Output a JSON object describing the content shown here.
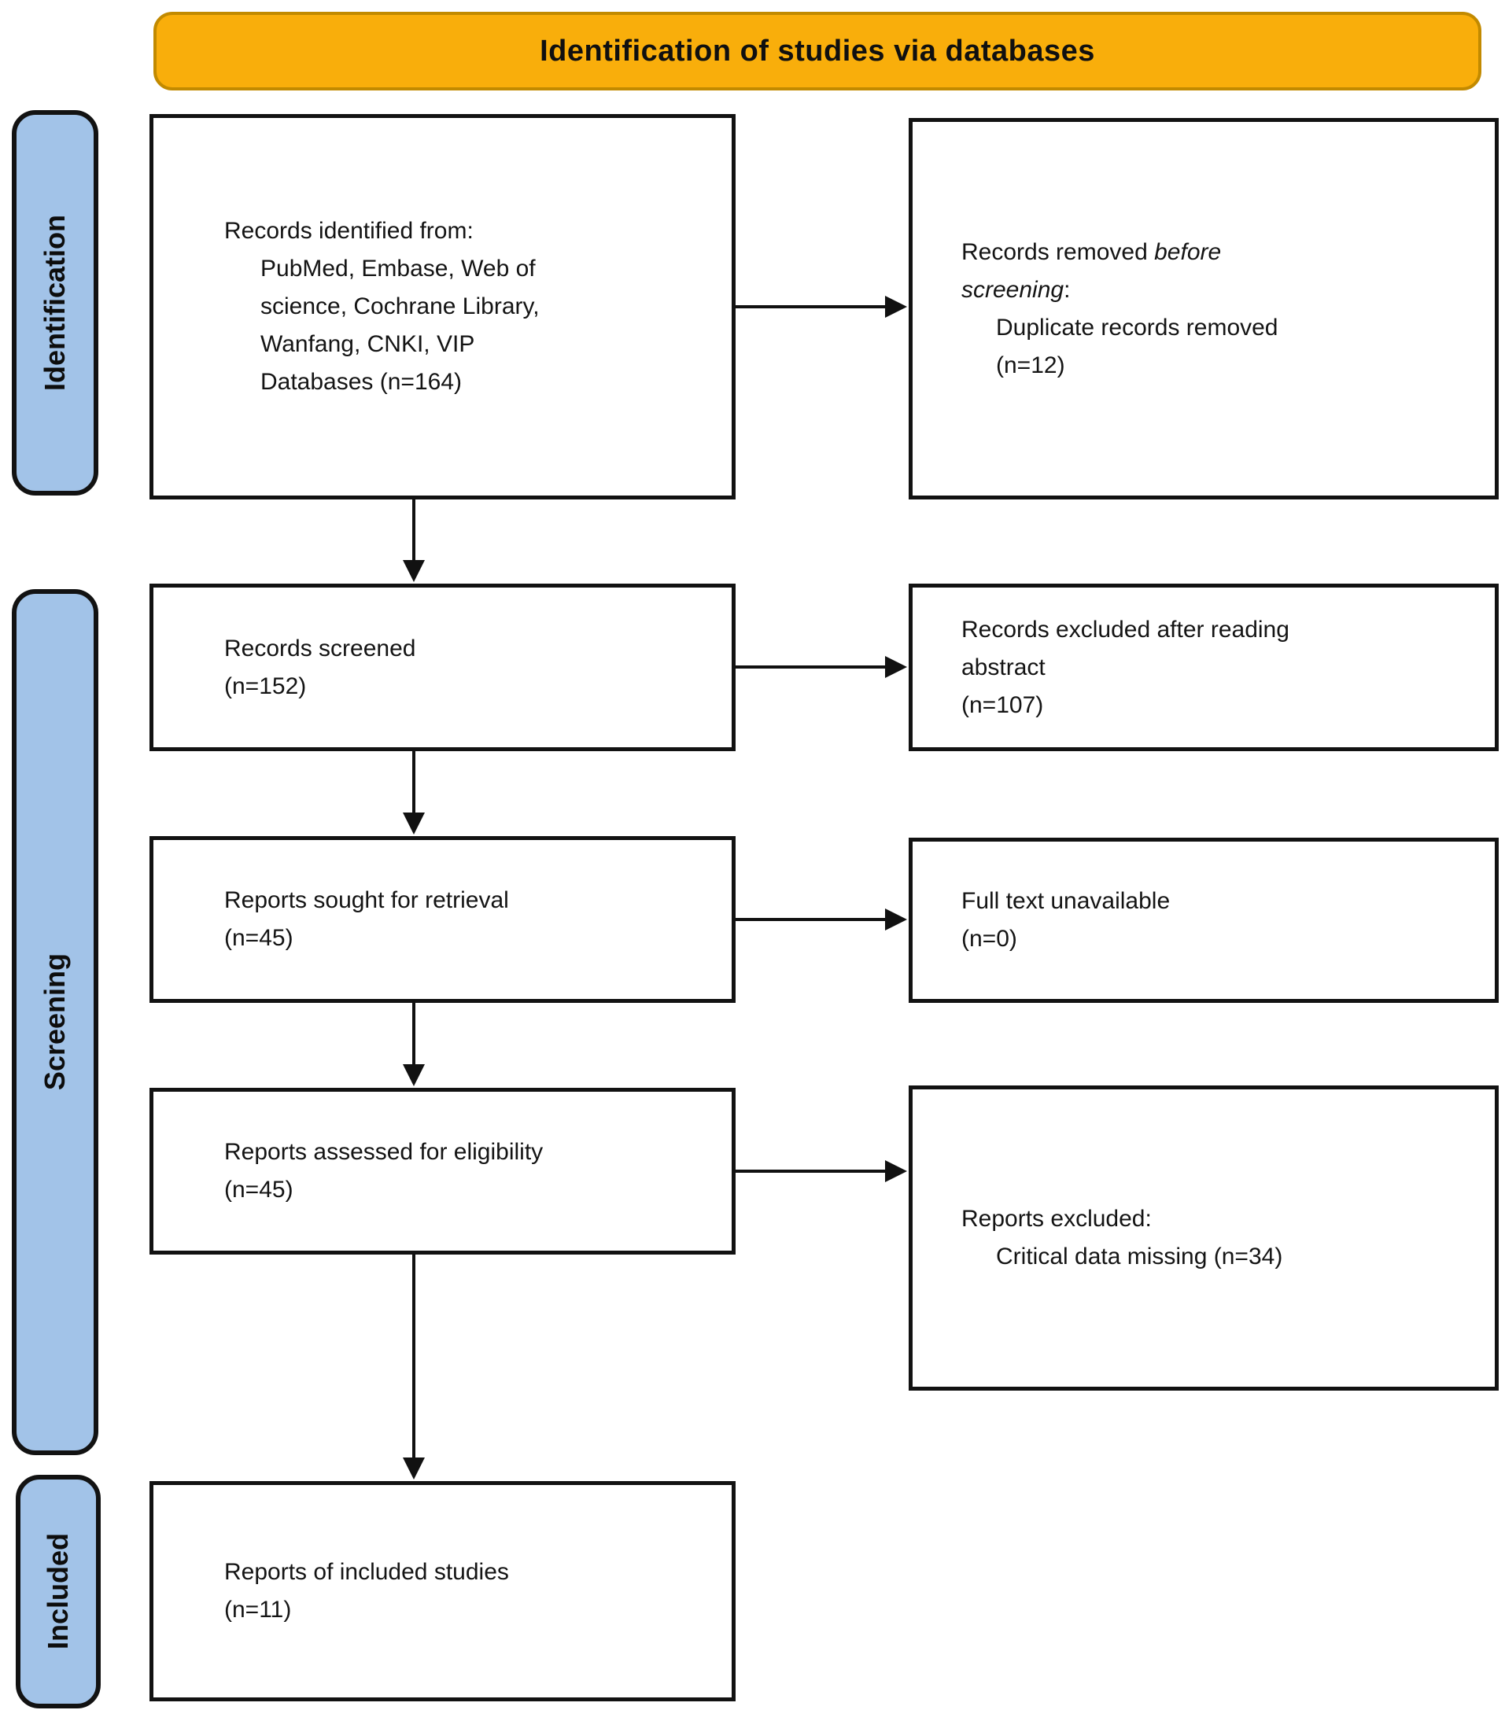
{
  "banner": {
    "title": "Identification of studies via databases"
  },
  "sidebar": {
    "stages": [
      {
        "label": "Identification"
      },
      {
        "label": "Screening"
      },
      {
        "label": "Included"
      }
    ]
  },
  "boxes": {
    "identified": {
      "line1": "Records identified from:",
      "lines": [
        "PubMed, Embase, Web of",
        "science, Cochrane Library,",
        "Wanfang, CNKI, VIP",
        "Databases (n=164)"
      ]
    },
    "removed": {
      "line1_normal": "Records removed ",
      "line1_italic": "before",
      "line2_italic": "screening",
      "line2_normal": ":",
      "lines": [
        "Duplicate records removed",
        "(n=12)"
      ]
    },
    "screened": {
      "lines": [
        "Records screened",
        "(n=152)"
      ]
    },
    "excluded_abstract": {
      "lines": [
        "Records excluded after reading",
        "abstract",
        "(n=107)"
      ]
    },
    "sought": {
      "lines": [
        "Reports sought for retrieval",
        "(n=45)"
      ]
    },
    "full_text_unavailable": {
      "lines": [
        "Full text unavailable",
        "(n=0)"
      ]
    },
    "assessed": {
      "lines": [
        "Reports assessed for eligibility",
        "(n=45)"
      ]
    },
    "reports_excluded": {
      "line1": "Reports excluded:",
      "lines": [
        "Critical data missing (n=34)"
      ]
    },
    "included_studies": {
      "lines": [
        "Reports of included studies",
        "(n=11)"
      ]
    }
  },
  "colors": {
    "banner_fill": "#F9AE0B",
    "banner_border": "#C28A00",
    "stage_fill": "#A2C3E8",
    "line_color": "#111111"
  }
}
